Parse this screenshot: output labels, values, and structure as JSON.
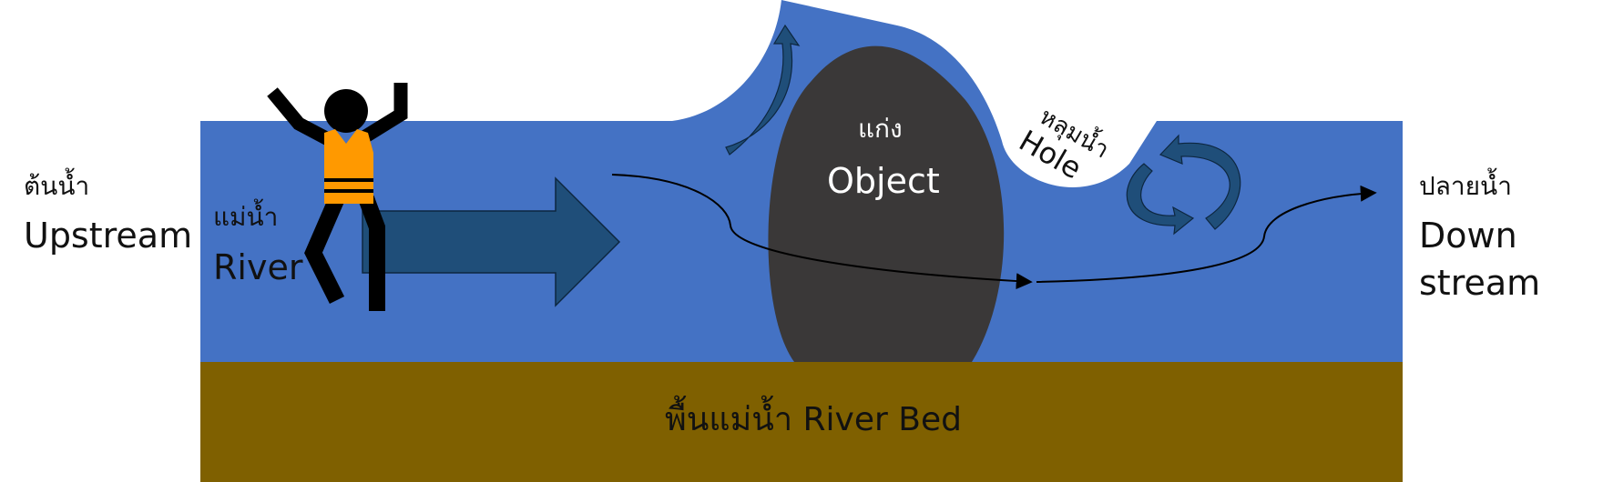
{
  "labels": {
    "upstream_thai": "ต้นน้ำ",
    "upstream_en": "Upstream",
    "river_thai": "แม่น้ำ",
    "river_en": "River",
    "object_thai": "แก่ง",
    "object_en": "Object",
    "hole_thai": "หลุมน้ำ",
    "hole_en": "Hole",
    "downstream_thai": "ปลายน้ำ",
    "downstream_en_line1": "Down",
    "downstream_en_line2": "stream",
    "riverbed": "พื้นแม่น้ำ River Bed"
  },
  "colors": {
    "water": "#4472C4",
    "riverbed": "#7F6000",
    "object": "#3A3838",
    "arrow_fill": "#1F4E79",
    "lifejacket": "#FF9900",
    "person": "#000000"
  }
}
